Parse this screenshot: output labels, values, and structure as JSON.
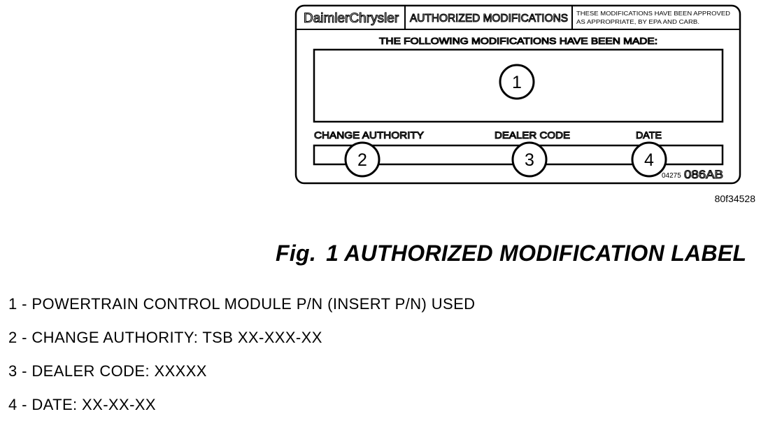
{
  "label": {
    "brand": "DaimlerChrysler",
    "heading": "AUTHORIZED MODIFICATIONS",
    "approval_line_1": "THESE MODIFICATIONS HAVE BEEN APPROVED",
    "approval_line_2": "AS APPROPRIATE, BY EPA AND CARB.",
    "instruction": "THE FOLLOWING MODIFICATIONS HAVE BEEN MADE:",
    "field_change_authority": "CHANGE AUTHORITY",
    "field_dealer_code": "DEALER CODE",
    "field_date": "DATE",
    "part_number_small": "04275",
    "part_number_large": "086AB"
  },
  "callouts": [
    "1",
    "2",
    "3",
    "4"
  ],
  "image_code": "80f34528",
  "caption": {
    "fig": "Fig.",
    "text": "1 AUTHORIZED MODIFICATION LABEL"
  },
  "legend": [
    "1 - POWERTRAIN CONTROL MODULE P/N (INSERT P/N) USED",
    "2 - CHANGE AUTHORITY: TSB XX-XXX-XX",
    "3 - DEALER CODE: XXXXX",
    "4 - DATE: XX-XX-XX"
  ]
}
